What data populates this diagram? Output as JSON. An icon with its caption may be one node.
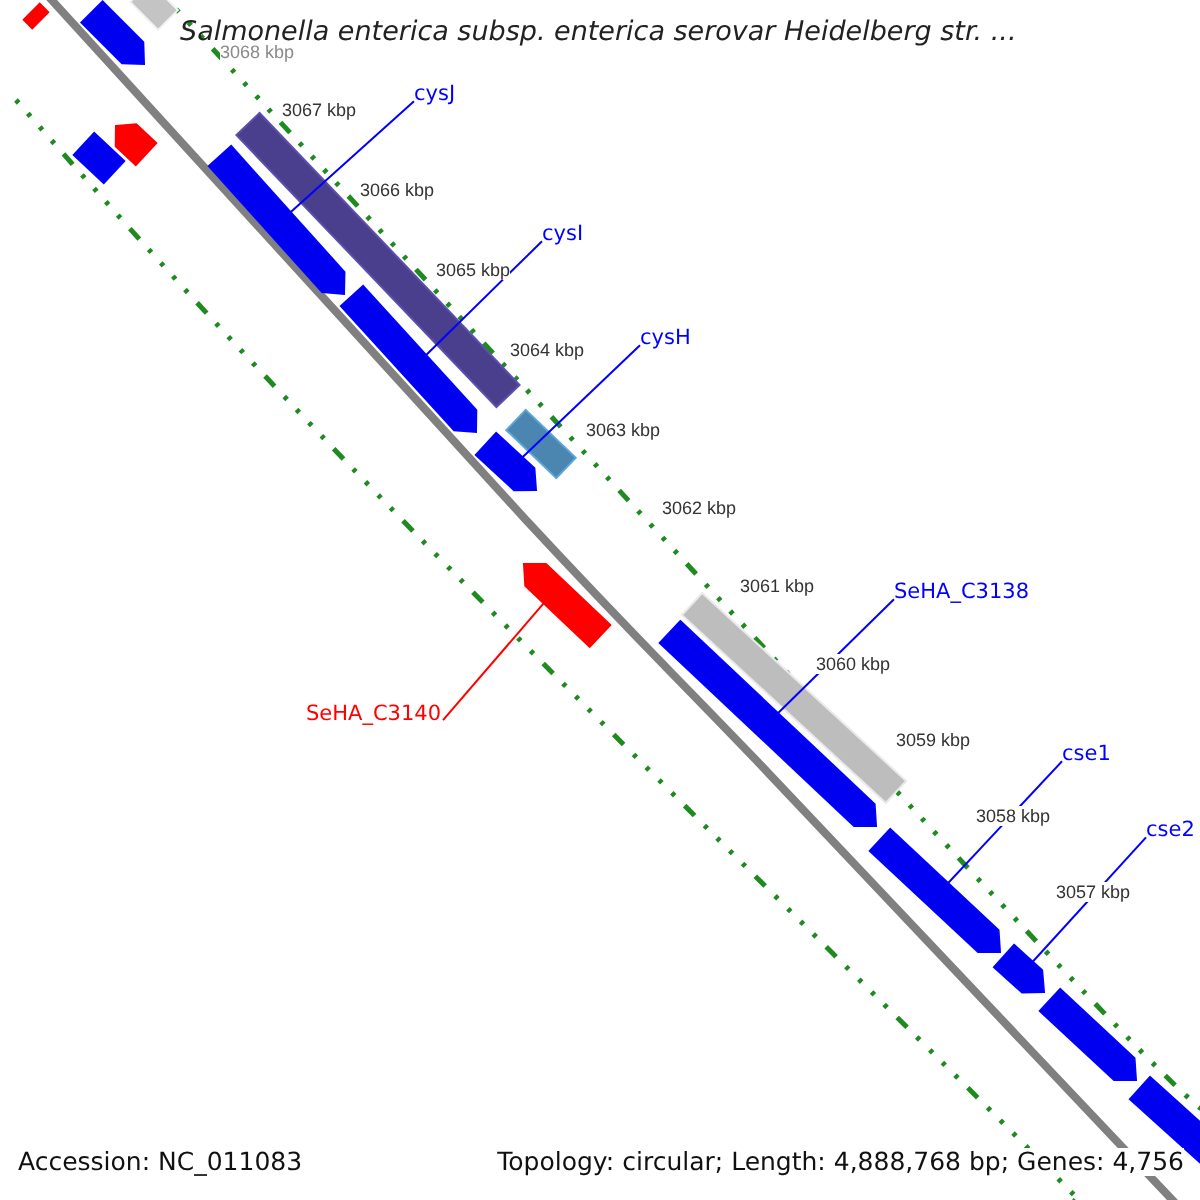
{
  "diagram": {
    "title": "Salmonella enterica subsp. enterica serovar Heidelberg str. ...",
    "nodes": [
      {
        "text": [
          "cysJ"
        ]
      },
      {
        "text": [
          "cysI"
        ]
      },
      {
        "text": [
          "cysH"
        ]
      },
      {
        "text": [
          "SeHA_C3138"
        ]
      },
      {
        "text": [
          "cse1"
        ]
      },
      {
        "text": [
          "cse2"
        ]
      },
      {
        "text": [
          "SeHA_C3140"
        ]
      },
      {
        "text": [],
        "shape": "bar"
      },
      {
        "text": [],
        "shape": "box"
      },
      {
        "text": [],
        "shape": "bar"
      },
      {
        "text": [],
        "shape": "box"
      },
      {
        "text": [],
        "shape": "bar"
      },
      {
        "text": [],
        "shape": "bar"
      },
      {
        "text": [],
        "shape": "bar"
      },
      {
        "text": [],
        "shape": "bar"
      },
      {
        "text": [],
        "shape": "bar"
      },
      {
        "text": [],
        "shape": "bar"
      },
      {
        "text": [],
        "shape": "bar"
      },
      {
        "text": [],
        "shape": "bar"
      },
      {
        "text": [],
        "shape": "bar"
      }
    ],
    "edges": [
      {
        "from": 0,
        "to": 11,
        "arrow": "none"
      },
      {
        "from": 1,
        "to": 12,
        "arrow": "none"
      },
      {
        "from": 2,
        "to": 13,
        "arrow": "none"
      },
      {
        "from": 3,
        "to": 15,
        "arrow": "none"
      },
      {
        "from": 4,
        "to": 16,
        "arrow": "none"
      },
      {
        "from": 5,
        "to": 17,
        "arrow": "none"
      },
      {
        "from": 6,
        "to": 14,
        "arrow": "none",
        "color": "#ff0000"
      }
    ],
    "labels": [
      "3068 kbp",
      "3067 kbp",
      "3066 kbp",
      "3065 kbp",
      "3064 kbp",
      "3063 kbp",
      "3062 kbp",
      "3061 kbp",
      "3060 kbp",
      "3059 kbp",
      "3058 kbp",
      "3057 kbp",
      "Accession: NC_011083",
      "Topology: circular; Length: 4,888,768 bp; Genes: 4,756"
    ]
  }
}
